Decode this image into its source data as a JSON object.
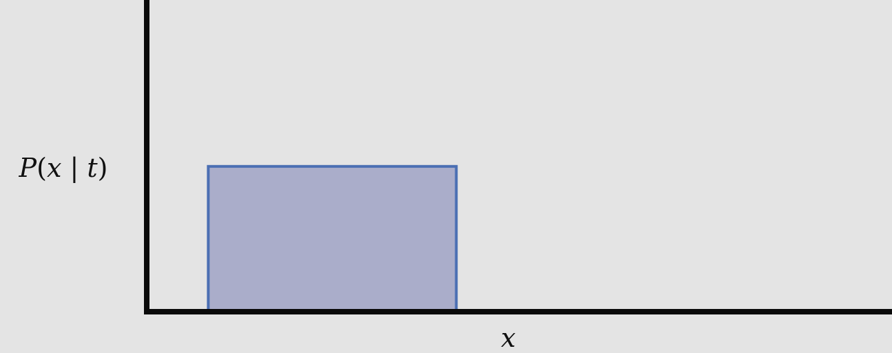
{
  "chart_data": {
    "type": "area",
    "title": "",
    "xlabel": "x",
    "ylabel": "P(x | t)",
    "ylabel_parts": [
      "P",
      "(",
      "x",
      " | ",
      "t",
      ")"
    ],
    "shape": "uniform-rectangle",
    "rect": {
      "x_start": 0.0826,
      "x_end": 0.4154,
      "height": 0.48
    },
    "xlim": [
      0,
      1
    ],
    "ylim": [
      0,
      1
    ],
    "grid": false,
    "legend": "none",
    "ticks": "none"
  },
  "colors": {
    "background": "#e4e4e4",
    "axis": "#0a0a0a",
    "fill": "#aaadca",
    "stroke": "#4b6fb3",
    "text": "#111111"
  }
}
